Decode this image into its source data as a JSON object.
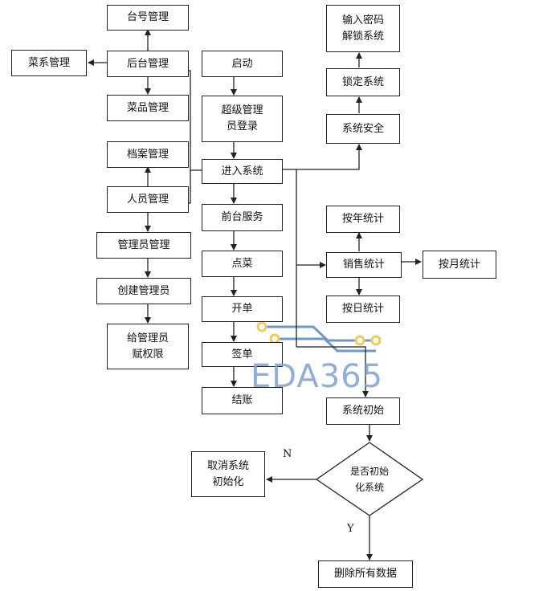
{
  "nodes": {
    "table_mgmt": "台号管理",
    "backend_mgmt": "后台管理",
    "cuisine_mgmt": "菜系管理",
    "dish_mgmt": "菜品管理",
    "archive_mgmt": "档案管理",
    "staff_mgmt": "人员管理",
    "admin_mgmt": "管理员管理",
    "create_admin": "创建管理员",
    "grant_admin": "给管理员\n赋权限",
    "start": "启动",
    "super_login": "超级管理\n员登录",
    "enter_system": "进入系统",
    "front_service": "前台服务",
    "order_dish": "点菜",
    "open_bill": "开单",
    "sign_bill": "签单",
    "checkout": "结账",
    "unlock": "输入密码\n解锁系统",
    "lock": "锁定系统",
    "security": "系统安全",
    "yearly": "按年统计",
    "sales_stats": "销售统计",
    "monthly": "按月统计",
    "daily": "按日统计",
    "sys_init": "系统初始",
    "decision": "是否初始\n化系统",
    "cancel_init": "取消系统\n初始化",
    "delete_all": "删除所有数据"
  },
  "labels": {
    "no": "N",
    "yes": "Y"
  },
  "watermark": "EDA365",
  "colors": {
    "line": "#222222",
    "watermark": "#7f9fd0",
    "circuit": "#5b86c5",
    "dot": "#f0c040"
  }
}
